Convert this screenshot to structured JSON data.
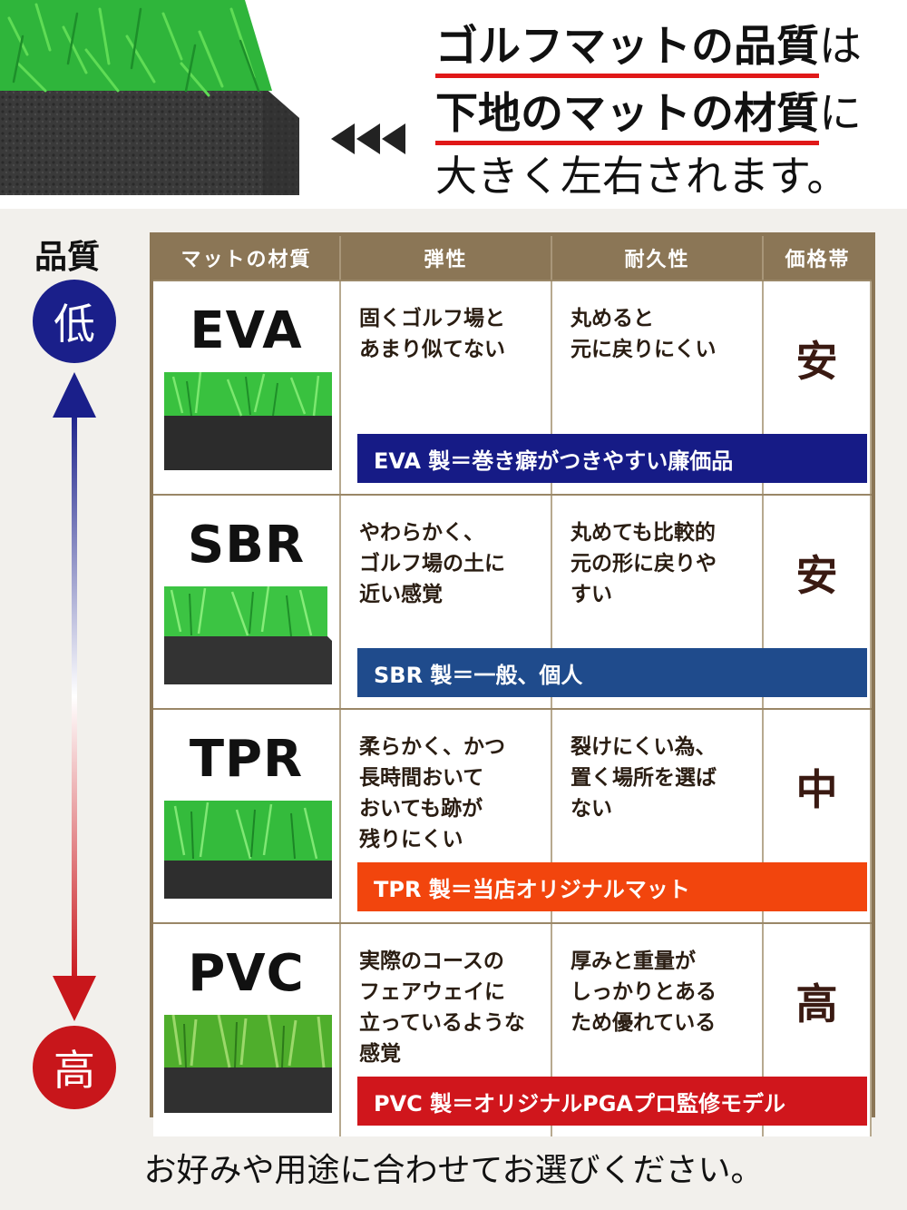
{
  "header": {
    "line1_bold": "ゴルフマットの品質",
    "line1_tail": "は",
    "line2_bold": "下地のマットの材質",
    "line2_tail": "に",
    "line3": "大きく左右されます。"
  },
  "axis": {
    "label": "品質",
    "low": "低",
    "high": "高"
  },
  "table": {
    "headers": [
      "マットの材質",
      "弾性",
      "耐久性",
      "価格帯"
    ],
    "rows": [
      {
        "material": "EVA",
        "elasticity": "固くゴルフ場と\nあまり似てない",
        "durability": "丸めると\n元に戻りにくい",
        "price": "安",
        "banner": "EVA 製＝巻き癖がつきやすい廉価品",
        "banner_color": "#161b86"
      },
      {
        "material": "SBR",
        "elasticity": "やわらかく、\nゴルフ場の土に\n近い感覚",
        "durability": "丸めても比較的\n元の形に戻りや\nすい",
        "price": "安",
        "banner": "SBR 製＝一般、個人",
        "banner_color": "#1f4b8c"
      },
      {
        "material": "TPR",
        "elasticity": "柔らかく、かつ\n長時間おいて\nおいても跡が\n残りにくい",
        "durability": "裂けにくい為、\n置く場所を選ば\nない",
        "price": "中",
        "banner": "TPR 製＝当店オリジナルマット",
        "banner_color": "#f2450d"
      },
      {
        "material": "PVC",
        "elasticity": "実際のコースの\nフェアウェイに\n立っているような\n感覚",
        "durability": "厚みと重量が\nしっかりとある\nため優れている",
        "price": "高",
        "banner": "PVC 製＝オリジナルPGAプロ監修モデル",
        "banner_color": "#d0161c"
      }
    ]
  },
  "footer": "お好みや用途に合わせてお選びください。",
  "colors": {
    "accent_red": "#e01818",
    "table_header": "#8b7656",
    "low_circle": "#1a1f8a",
    "high_circle": "#c8161b"
  }
}
